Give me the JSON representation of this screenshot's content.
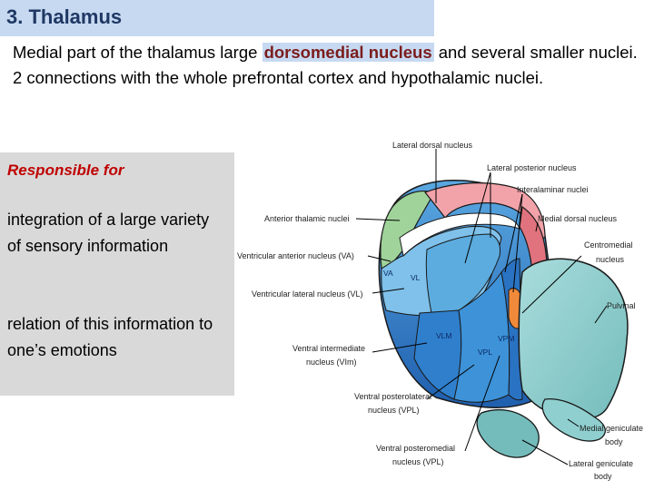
{
  "title": "3. Thalamus",
  "intro": {
    "line1_pre": "Medial part of the thalamus  large ",
    "line1_highlight": "dorsomedial nucleus",
    "line1_post": " and several smaller nuclei.",
    "line2": "2 connections with the whole prefrontal  cortex and hypothalamic nuclei."
  },
  "sidebar": {
    "heading": "Responsible for",
    "item1": "integration of a large variety of sensory information",
    "item2": "relation of this information to one’s emotions"
  },
  "diagram": {
    "labels": {
      "lateral_dorsal": "Lateral dorsal nucleus",
      "lateral_posterior": "Lateral posterior nucleus",
      "interalaminar": "Interalaminar nuclei",
      "medial_dorsal": "Medial dorsal nucleus",
      "anterior": "Anterior thalamic nuclei",
      "centromedial_1": "Centromedial",
      "centromedial_2": "nucleus",
      "va": "Ventricular anterior nucleus (VA)",
      "vl": "Ventricular lateral nucleus (VL)",
      "pulvinal": "Pulvinal",
      "vim_1": "Ventral intermediate",
      "vim_2": "nucleus (VIm)",
      "vpl_1": "Ventral posterolateral",
      "vpl_2": "nucleus (VPL)",
      "mgb_1": "Medial geniculate",
      "mgb_2": "body",
      "vpm_1": "Ventral posteromedial",
      "vpm_2": "nucleus (VPL)",
      "lgb_1": "Lateral geniculate",
      "lgb_2": "body"
    },
    "inner": {
      "va": "VA",
      "vl": "VL",
      "vlm": "VLM",
      "vpl": "VPL",
      "vpm": "VPM"
    },
    "colors": {
      "anterior": "#9fd39a",
      "lateral_dorsal": "#f2a3aa",
      "medial": "#e0737d",
      "ventral_light": "#7fc1ea",
      "ventral_mid": "#4aa0dc",
      "ventral_dark": "#2f7fcc",
      "pulvinar": "#8fcfcf",
      "vpm_orange": "#f08a3a"
    }
  }
}
